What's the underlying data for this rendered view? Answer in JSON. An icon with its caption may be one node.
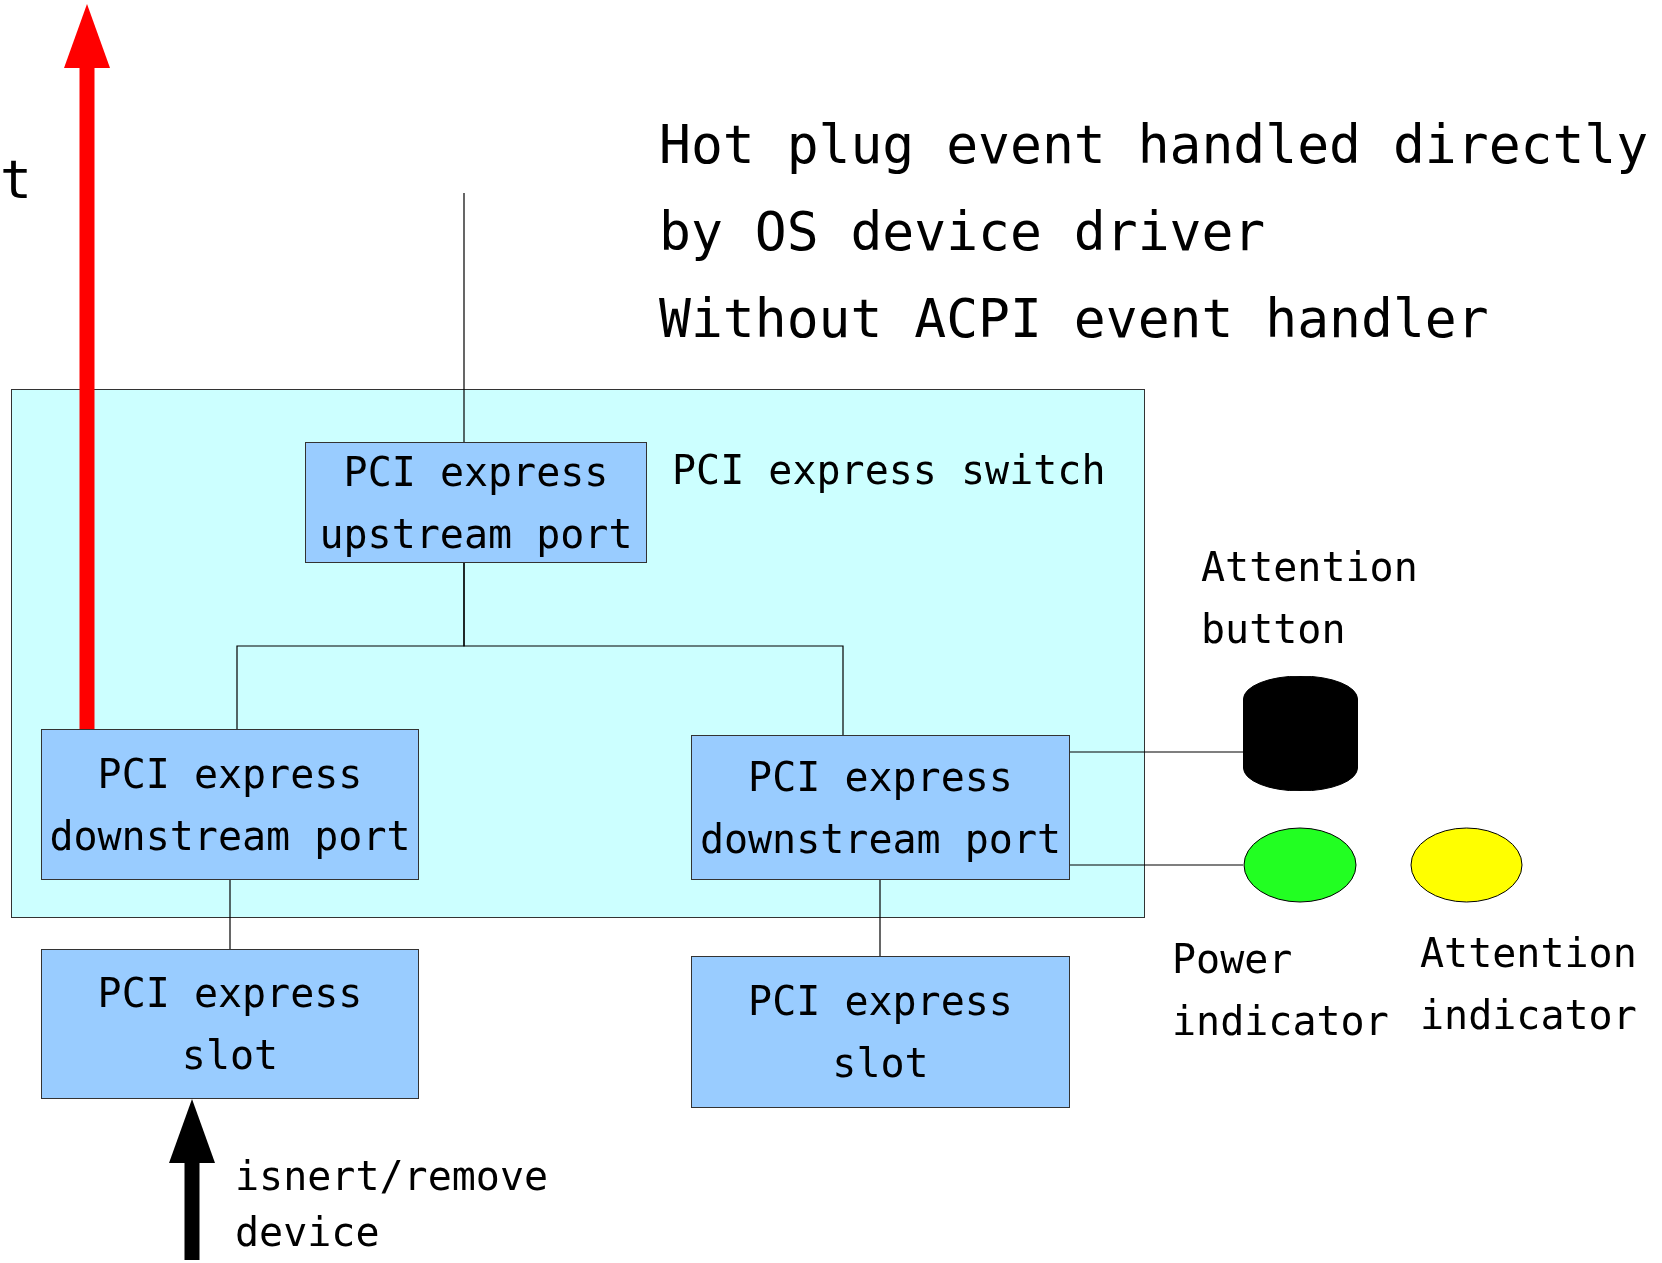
{
  "diagram": {
    "nodes": [
      {
        "text": [
          "PCI express switch"
        ]
      },
      {
        "text": [
          "PCI express upstream port"
        ],
        "in": 0
      },
      {
        "text": [
          "PCI express downstream port"
        ],
        "in": 0
      },
      {
        "text": [
          "PCI express downstream port"
        ],
        "in": 0
      },
      {
        "text": [
          "PCI express slot"
        ]
      },
      {
        "text": [
          "PCI express slot"
        ]
      },
      {
        "text": [],
        "shape": "cylinder",
        "beside": [
          "Attention button"
        ]
      },
      {
        "text": [],
        "shape": "circle",
        "beside": [
          "Power indicator"
        ]
      },
      {
        "text": [],
        "shape": "circle",
        "beside": [
          "Attention indicator"
        ]
      }
    ],
    "edges": [
      {
        "from": null,
        "to": 1,
        "arrow": "none"
      },
      {
        "from": 1,
        "to": 2,
        "arrow": "none"
      },
      {
        "from": 1,
        "to": 3,
        "arrow": "none"
      },
      {
        "from": 2,
        "to": 4,
        "arrow": "none"
      },
      {
        "from": 3,
        "to": 5,
        "arrow": "none"
      },
      {
        "from": 3,
        "to": 6,
        "arrow": "none"
      },
      {
        "from": 3,
        "to": 7,
        "arrow": "none"
      },
      {
        "from": 2,
        "to": null,
        "arrow": "to",
        "style": "thick",
        "color": "#ff0000"
      },
      {
        "from": null,
        "to": 4,
        "arrow": "to",
        "style": "thick"
      }
    ],
    "labels": [
      "t",
      "Hot plug event handled directly",
      "by OS device driver",
      "Without ACPI event handler",
      "isnert/remove device"
    ]
  }
}
